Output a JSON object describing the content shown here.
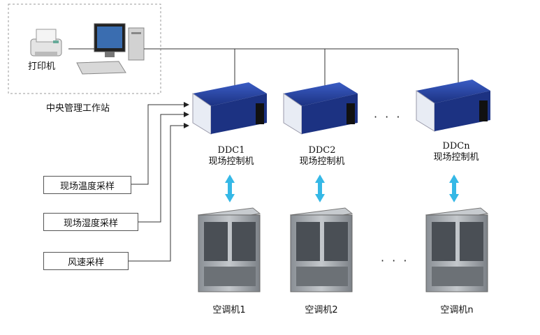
{
  "workstation": {
    "printer_label": "打印机",
    "title": "中央管理工作站"
  },
  "controllers": [
    {
      "name": "DDC1",
      "desc": "现场控制机"
    },
    {
      "name": "DDC2",
      "desc": "现场控制机"
    },
    {
      "name": "DDCn",
      "desc": "现场控制机"
    }
  ],
  "sensors": [
    {
      "label": "现场温度采样"
    },
    {
      "label": "现场湿度采样"
    },
    {
      "label": "风速采样"
    }
  ],
  "ac_units": [
    {
      "label": "空调机1"
    },
    {
      "label": "空调机2"
    },
    {
      "label": "空调机n"
    }
  ],
  "ellipsis": "· · ·",
  "colors": {
    "ddc_body": "#2a4aa8",
    "ddc_front": "#e8ecf4",
    "ac_body": "#9ea3a8",
    "arrow": "#35b8e6",
    "line": "#333333"
  }
}
